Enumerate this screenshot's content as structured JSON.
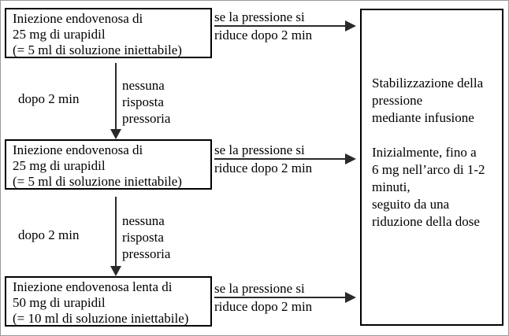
{
  "colors": {
    "box_border": "#000000",
    "text": "#000000",
    "arrow": "#2a2a2a",
    "background": "#ffffff",
    "frame": "#9a9a9a"
  },
  "flowchart": {
    "steps": [
      {
        "lines": [
          "Iniezione endovenosa di",
          "25 mg di urapidil",
          "(= 5 ml di soluzione iniettabile)"
        ]
      },
      {
        "lines": [
          "Iniezione endovenosa di",
          "25 mg di urapidil",
          "(= 5 ml di soluzione iniettabile)"
        ]
      },
      {
        "lines": [
          "Iniezione endovenosa lenta di",
          "50 mg di urapidil",
          "(= 10 ml di soluzione iniettabile)"
        ]
      }
    ],
    "result_box": {
      "paragraph1": [
        "Stabilizzazione della",
        "pressione",
        "mediante infusione"
      ],
      "paragraph2": [
        "Inizialmente, fino a",
        "6 mg nell’arco di 1-2",
        "minuti,",
        "seguito da una",
        "riduzione della dose"
      ]
    },
    "right_arrow_label": [
      "se la pressione si",
      "riduce dopo 2 min"
    ],
    "down_arrow_label": [
      "nessuna",
      "risposta",
      "pressoria"
    ],
    "wait_label": "dopo 2 min"
  }
}
